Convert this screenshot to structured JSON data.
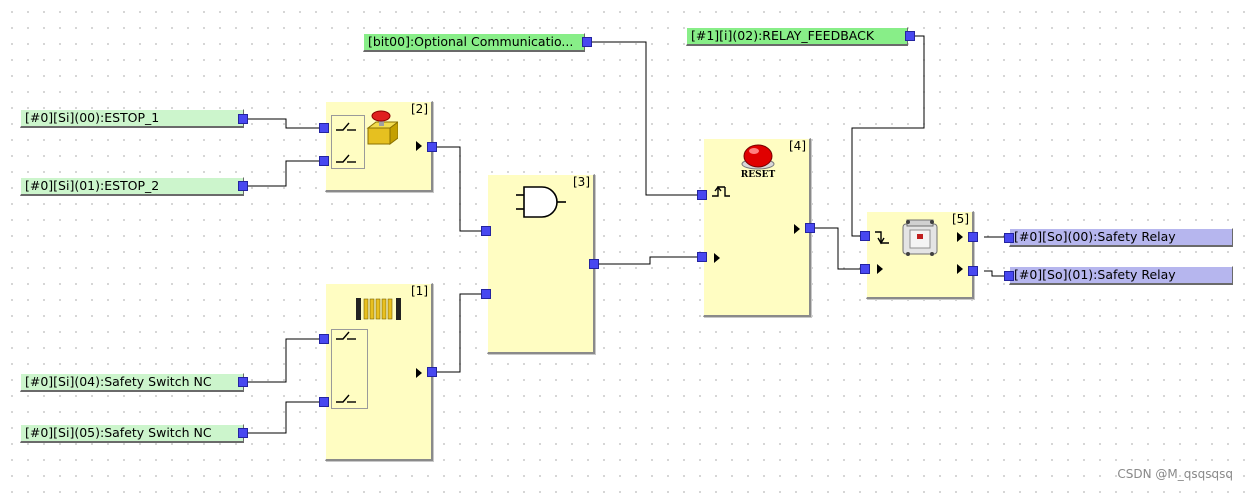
{
  "inputs": {
    "estop1": "[#0][Si](00):ESTOP_1",
    "estop2": "[#0][Si](01):ESTOP_2",
    "switch_nc_1": "[#0][Si](04):Safety Switch NC",
    "switch_nc_2": "[#0][Si](05):Safety Switch NC",
    "optional_comm": "[bit00]:Optional Communicatio...",
    "relay_feedback": "[#1][i](02):RELAY_FEEDBACK"
  },
  "outputs": {
    "relay_0": "[#0][So](00):Safety Relay",
    "relay_1": "[#0][So](01):Safety Relay"
  },
  "blocks": {
    "estop_block": "[2]",
    "door_switch_block": "[1]",
    "and_block": "[3]",
    "reset_block": "[4]",
    "edm_block": "[5]"
  },
  "reset_caption": "RESET",
  "watermark": "CSDN @M_qsqsqsq",
  "icons": {
    "estop": "emergency-stop-icon",
    "door_switch": "safety-door-switch-icon",
    "and_gate": "and-gate-icon",
    "reset": "reset-button-icon",
    "relay": "safety-relay-icon"
  },
  "colors": {
    "input_tag": "#ccf5cc",
    "input_tag_strong": "#88ee88",
    "output_tag": "#b6b6ee",
    "block_fill": "#fffdc2",
    "port": "#4848f0"
  }
}
